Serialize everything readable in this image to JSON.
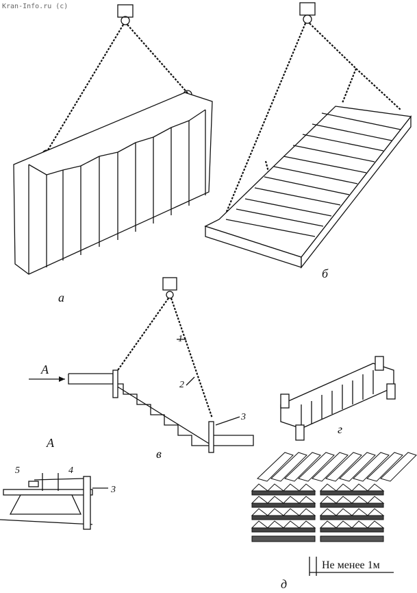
{
  "watermark": "Kran-Info.ru (c)",
  "panels": {
    "a": "а",
    "b": "б",
    "v": "в",
    "g": "г",
    "d": "д"
  },
  "view_label": "A",
  "view_arrow_label": "A",
  "numbers": {
    "n1": "1",
    "n2": "2",
    "n3": "3",
    "n3b": "3",
    "n4": "4",
    "n5": "5"
  },
  "distance_note": "Не менее 1м"
}
